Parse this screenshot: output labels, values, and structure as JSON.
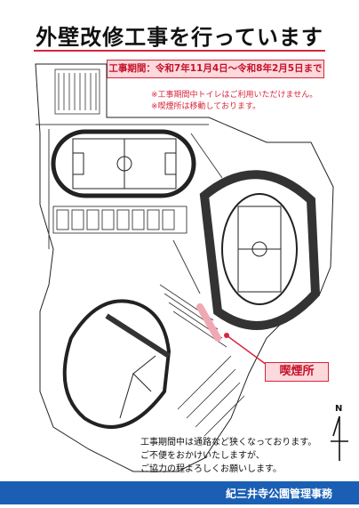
{
  "title": "外壁改修工事を行っています",
  "period": "工事期間：令和7年11月4日～令和8年2月5日まで",
  "notices": [
    "※工事期間中トイレはご利用いただけません。",
    "※喫煙所は移動しております。"
  ],
  "smoking_area_label": "喫煙所",
  "info_lines": [
    "工事期間中は通路など狭くなっております。",
    "ご不便をおかけいたしますが、",
    "ご協力の程よろしくお願いします。"
  ],
  "compass_label": "N",
  "footer": "紀三井寺公園管理事務",
  "colors": {
    "accent_red": "#d7263d",
    "highlight_pink": "#f0a8b3",
    "footer_blue": "#1a5fb4"
  }
}
